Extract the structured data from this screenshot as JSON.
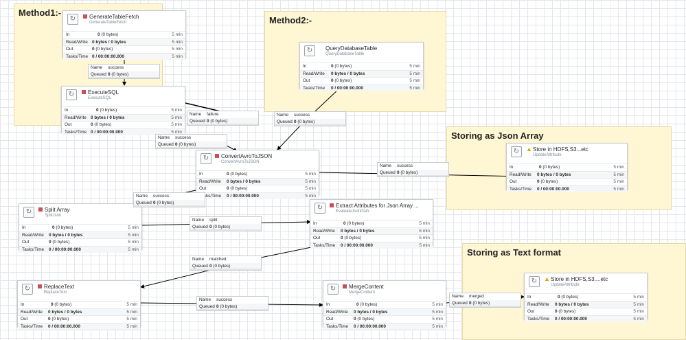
{
  "labels": {
    "method1": "Method1:-",
    "method2": "Method2:-",
    "json_array": "Storing as Json Array",
    "text_format": "Storing as Text format"
  },
  "stat_keys": {
    "in": "In",
    "rw": "Read/Write",
    "out": "Out",
    "tasks": "Tasks/Time"
  },
  "conn_keys": {
    "name": "Name",
    "queued": "Queued"
  },
  "processors": {
    "generate_table_fetch": {
      "name": "GenerateTableFetch",
      "type": "GenerateTableFetch",
      "in": "0",
      "in_bytes": "(0 bytes)",
      "rw": "0 bytes / 0 bytes",
      "out": "0",
      "out_bytes": "(0 bytes)",
      "tasks": "0 / 00:00:00.000",
      "window": "5 min"
    },
    "execute_sql": {
      "name": "ExecuteSQL",
      "type": "ExecuteSQL",
      "in": "0",
      "in_bytes": "(0 bytes)",
      "rw": "0 bytes / 0 bytes",
      "out": "0",
      "out_bytes": "(0 bytes)",
      "tasks": "0 / 00:00:00.000",
      "window": "5 min"
    },
    "query_database_table": {
      "name": "QueryDatabaseTable",
      "type": "QueryDatabaseTable",
      "in": "0",
      "in_bytes": "(0 bytes)",
      "rw": "0 bytes / 0 bytes",
      "out": "0",
      "out_bytes": "(0 bytes)",
      "tasks": "0 / 00:00:00.000",
      "window": "5 min"
    },
    "convert_avro": {
      "name": "ConvertAvroToJSON",
      "type": "ConvertAvroToJSON",
      "in": "0",
      "in_bytes": "(0 bytes)",
      "rw": "0 bytes / 0 bytes",
      "out": "0",
      "out_bytes": "(0 bytes)",
      "tasks": "0 / 00:00:00.000",
      "window": "5 min"
    },
    "split_array": {
      "name": "Split Array",
      "type": "SplitJson",
      "in": "0",
      "in_bytes": "(0 bytes)",
      "rw": "0 bytes / 0 bytes",
      "out": "0",
      "out_bytes": "(0 bytes)",
      "tasks": "0 / 00:00:00.000",
      "window": "5 min"
    },
    "extract_attributes": {
      "name": "Extract Attributes for Json Array ...",
      "type": "EvaluateJsonPath",
      "in": "0",
      "in_bytes": "(0 bytes)",
      "rw": "0 bytes / 0 bytes",
      "out": "0",
      "out_bytes": "(0 bytes)",
      "tasks": "0 / 00:00:00.000",
      "window": "5 min"
    },
    "store_json": {
      "name": "Store in HDFS,S3...etc",
      "type": "UpdateAttribute",
      "in": "0",
      "in_bytes": "(0 bytes)",
      "rw": "0 bytes / 0 bytes",
      "out": "0",
      "out_bytes": "(0 bytes)",
      "tasks": "0 / 00:00:00.000",
      "window": "5 min"
    },
    "replace_text": {
      "name": "ReplaceText",
      "type": "ReplaceText",
      "in": "0",
      "in_bytes": "(0 bytes)",
      "rw": "0 bytes / 0 bytes",
      "out": "0",
      "out_bytes": "(0 bytes)",
      "tasks": "0 / 00:00:00.000",
      "window": "5 min"
    },
    "merge_content": {
      "name": "MergeContent",
      "type": "MergeContent",
      "in": "0",
      "in_bytes": "(0 bytes)",
      "rw": "0 bytes / 0 bytes",
      "out": "0",
      "out_bytes": "(0 bytes)",
      "tasks": "0 / 00:00:00.000",
      "window": "5 min"
    },
    "store_text": {
      "name": "Store in HDFS,S3....etc",
      "type": "UpdateAttribute",
      "in": "0",
      "in_bytes": "(0 bytes)",
      "rw": "0 bytes / 0 bytes",
      "out": "0",
      "out_bytes": "(0 bytes)",
      "tasks": "0 / 00:00:00.000",
      "window": "5 min"
    }
  },
  "connections": {
    "gtf_success": {
      "name": "success",
      "queued": "0",
      "queued_bytes": "(0 bytes)"
    },
    "esql_failure": {
      "name": "failure",
      "queued": "0",
      "queued_bytes": "(0 bytes)"
    },
    "esql_success": {
      "name": "success",
      "queued": "0",
      "queued_bytes": "(0 bytes)"
    },
    "qdt_success": {
      "name": "success",
      "queued": "0",
      "queued_bytes": "(0 bytes)"
    },
    "convert_success_store": {
      "name": "success",
      "queued": "0",
      "queued_bytes": "(0 bytes)"
    },
    "convert_success_split": {
      "name": "success",
      "queued": "0",
      "queued_bytes": "(0 bytes)"
    },
    "split_split": {
      "name": "split",
      "queued": "0",
      "queued_bytes": "(0 bytes)"
    },
    "extract_matched": {
      "name": "matched",
      "queued": "0",
      "queued_bytes": "(0 bytes)"
    },
    "replace_success": {
      "name": "success",
      "queued": "0",
      "queued_bytes": "(0 bytes)"
    },
    "merge_merged": {
      "name": "merged",
      "queued": "0",
      "queued_bytes": "(0 bytes)"
    }
  },
  "status_colors": {
    "stopped": "#c8505a",
    "invalid": "#e0a200"
  },
  "icons": {
    "processor": "refresh-icon",
    "stopped": "stop-square-icon",
    "invalid": "warning-icon"
  }
}
